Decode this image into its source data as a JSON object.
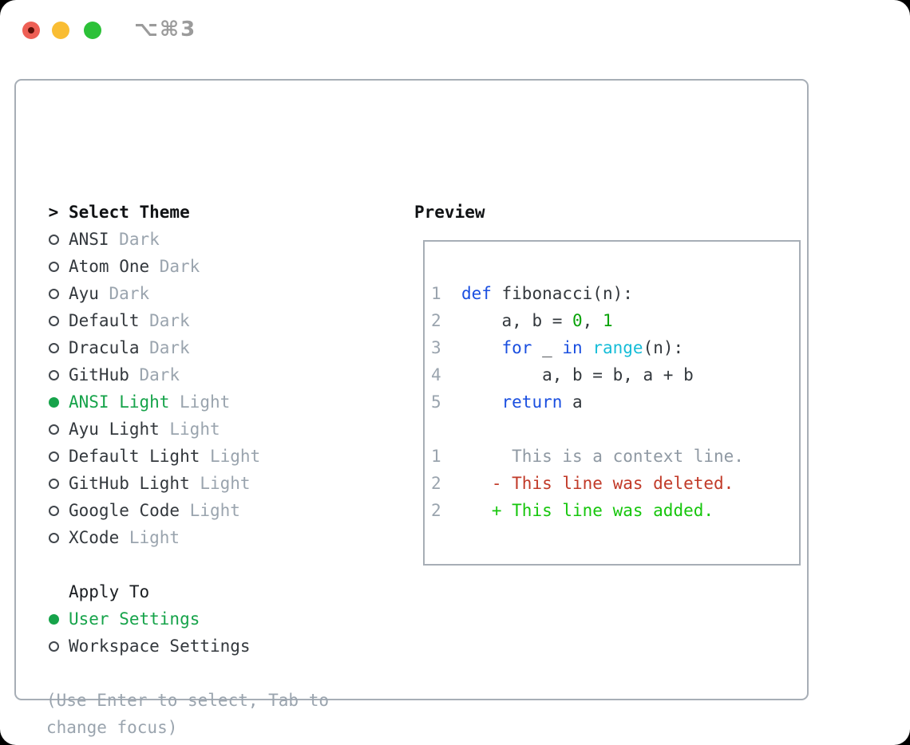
{
  "window": {
    "shortcut": "⌥⌘3",
    "traffic_lights": [
      "close",
      "minimize",
      "zoom"
    ]
  },
  "colors": {
    "selection_green": "#16a34a",
    "keyword_blue": "#1a4fe0",
    "function_cyan": "#16bdd8",
    "number_green": "#09a309",
    "deleted_red": "#c13a28",
    "added_green": "#16c60c",
    "faded_gray": "#9aa4ae",
    "border_gray": "#a7aeb6"
  },
  "theme_picker": {
    "title_marker": ">",
    "title": "Select Theme",
    "themes": [
      {
        "name": "ANSI",
        "variant": "Dark",
        "selected": false
      },
      {
        "name": "Atom One",
        "variant": "Dark",
        "selected": false
      },
      {
        "name": "Ayu",
        "variant": "Dark",
        "selected": false
      },
      {
        "name": "Default",
        "variant": "Dark",
        "selected": false
      },
      {
        "name": "Dracula",
        "variant": "Dark",
        "selected": false
      },
      {
        "name": "GitHub",
        "variant": "Dark",
        "selected": false
      },
      {
        "name": "ANSI Light",
        "variant": "Light",
        "selected": true
      },
      {
        "name": "Ayu Light",
        "variant": "Light",
        "selected": false
      },
      {
        "name": "Default Light",
        "variant": "Light",
        "selected": false
      },
      {
        "name": "GitHub Light",
        "variant": "Light",
        "selected": false
      },
      {
        "name": "Google Code",
        "variant": "Light",
        "selected": false
      },
      {
        "name": "XCode",
        "variant": "Light",
        "selected": false
      }
    ],
    "apply_to": {
      "label": "Apply To",
      "options": [
        {
          "label": "User Settings",
          "selected": true
        },
        {
          "label": "Workspace Settings",
          "selected": false
        }
      ]
    },
    "hint": "(Use Enter to select, Tab to change focus)"
  },
  "preview": {
    "title": "Preview",
    "lines": [
      [
        {
          "t": "1  ",
          "c": "ln"
        },
        {
          "t": "def",
          "c": "kw"
        },
        {
          "t": " fibonacci(n):",
          "c": "fg"
        }
      ],
      [
        {
          "t": "2  ",
          "c": "ln"
        },
        {
          "t": "    a, b = ",
          "c": "fg"
        },
        {
          "t": "0",
          "c": "num"
        },
        {
          "t": ", ",
          "c": "fg"
        },
        {
          "t": "1",
          "c": "num"
        }
      ],
      [
        {
          "t": "3  ",
          "c": "ln"
        },
        {
          "t": "    ",
          "c": "fg"
        },
        {
          "t": "for",
          "c": "kw"
        },
        {
          "t": " _ ",
          "c": "fg"
        },
        {
          "t": "in",
          "c": "kw"
        },
        {
          "t": " ",
          "c": "fg"
        },
        {
          "t": "range",
          "c": "fn"
        },
        {
          "t": "(n):",
          "c": "fg"
        }
      ],
      [
        {
          "t": "4  ",
          "c": "ln"
        },
        {
          "t": "        a, b = b, a + b",
          "c": "fg"
        }
      ],
      [
        {
          "t": "5  ",
          "c": "ln"
        },
        {
          "t": "    ",
          "c": "fg"
        },
        {
          "t": "return",
          "c": "kw"
        },
        {
          "t": " a",
          "c": "fg"
        }
      ],
      [
        {
          "t": " ",
          "c": "fg"
        }
      ],
      [
        {
          "t": "1  ",
          "c": "ln"
        },
        {
          "t": "     This is a context line.",
          "c": "ctx"
        }
      ],
      [
        {
          "t": "2  ",
          "c": "ln"
        },
        {
          "t": "   - This line was deleted.",
          "c": "del"
        }
      ],
      [
        {
          "t": "2  ",
          "c": "ln"
        },
        {
          "t": "   + This line was added.",
          "c": "add"
        }
      ]
    ]
  }
}
